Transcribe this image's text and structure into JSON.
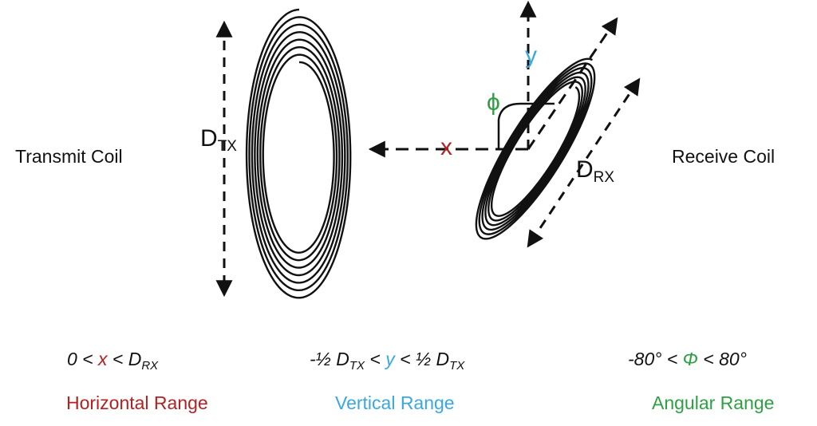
{
  "labels": {
    "transmit_coil": "Transmit Coil",
    "receive_coil": "Receive Coil",
    "d_tx_base": "D",
    "d_tx_sub": "TX",
    "d_rx_base": "D",
    "d_rx_sub": "RX",
    "x": "x",
    "y": "y",
    "phi": "ϕ"
  },
  "formulas": {
    "horizontal": {
      "prefix": "0 < ",
      "var": "x",
      "mid": " < D",
      "sub": "RX"
    },
    "vertical": {
      "prefix": "-½ D",
      "sub1": "TX",
      "mid1": " < ",
      "var": "y",
      "mid2": " < ½ D",
      "sub2": "TX"
    },
    "angular": {
      "prefix": "-80° < ",
      "var": "Φ",
      "suffix": " < 80°"
    }
  },
  "ranges": {
    "horizontal": "Horizontal Range",
    "vertical": "Vertical Range",
    "angular": "Angular Range"
  },
  "colors": {
    "horizontal": "#b22222",
    "vertical": "#3aa8e0",
    "angular": "#2ea043",
    "lines": "#111111"
  }
}
